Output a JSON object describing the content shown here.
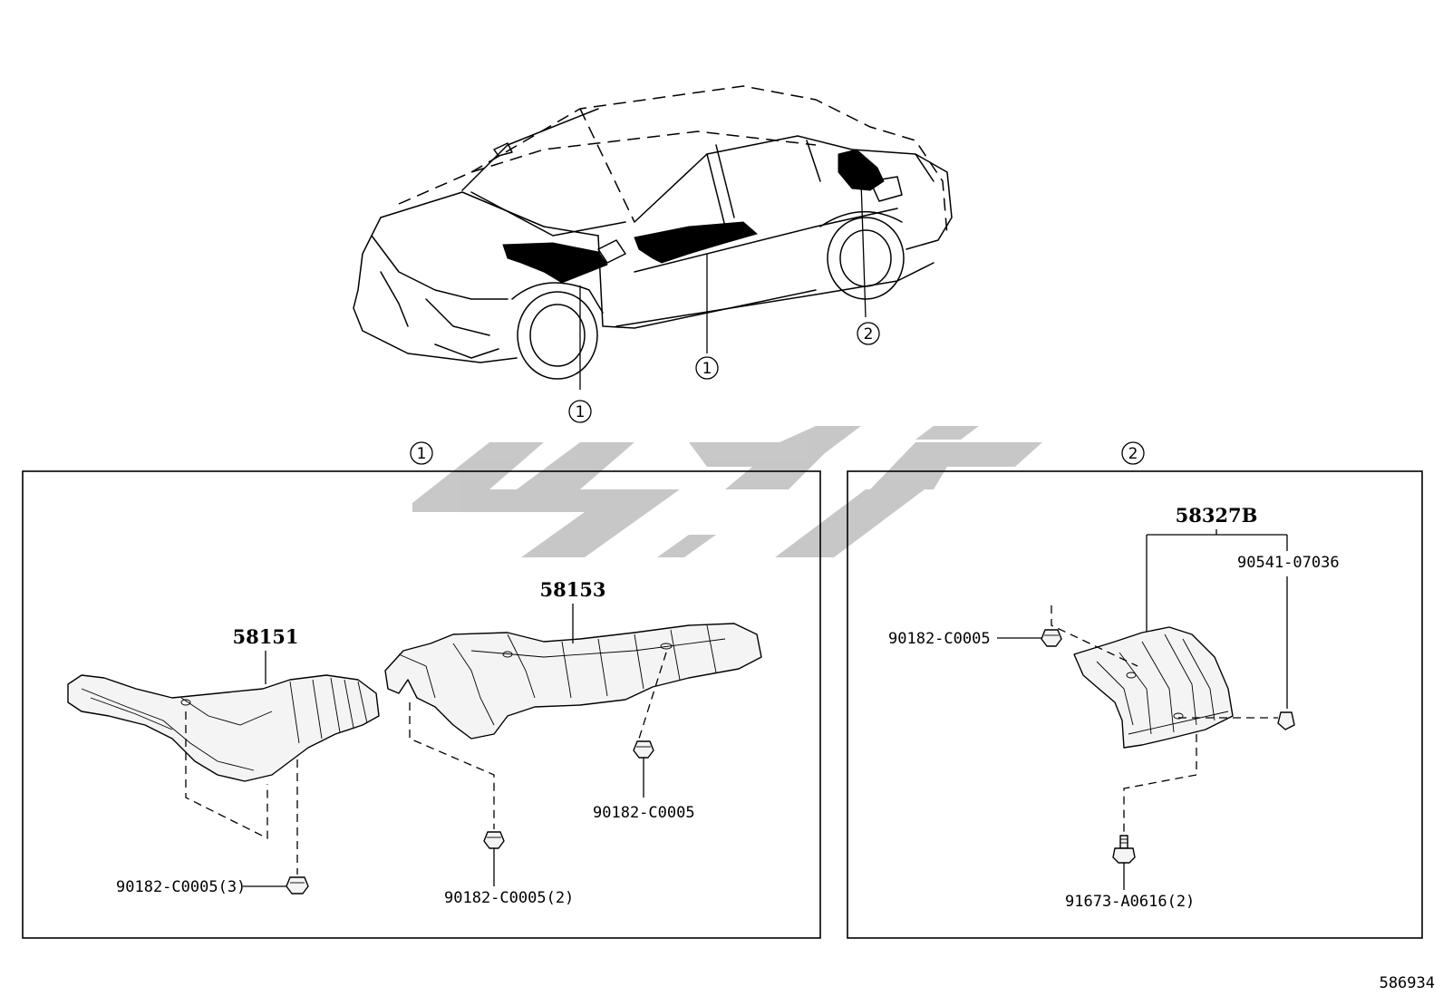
{
  "diagram_id": "586934",
  "callouts": {
    "ref1": "1",
    "ref2": "2"
  },
  "box1": {
    "parts": [
      {
        "label": "58151"
      },
      {
        "label": "58153"
      },
      {
        "label": "90182-C0005(3)"
      },
      {
        "label": "90182-C0005(2)"
      },
      {
        "label": "90182-C0005"
      }
    ]
  },
  "box2": {
    "parts": [
      {
        "label": "58327B"
      },
      {
        "label": "90541-07036"
      },
      {
        "label": "90182-C0005"
      },
      {
        "label": "91673-A0616(2)"
      }
    ]
  },
  "watermark": {
    "color": "#c2c2c2",
    "style": "stylized-logo"
  }
}
